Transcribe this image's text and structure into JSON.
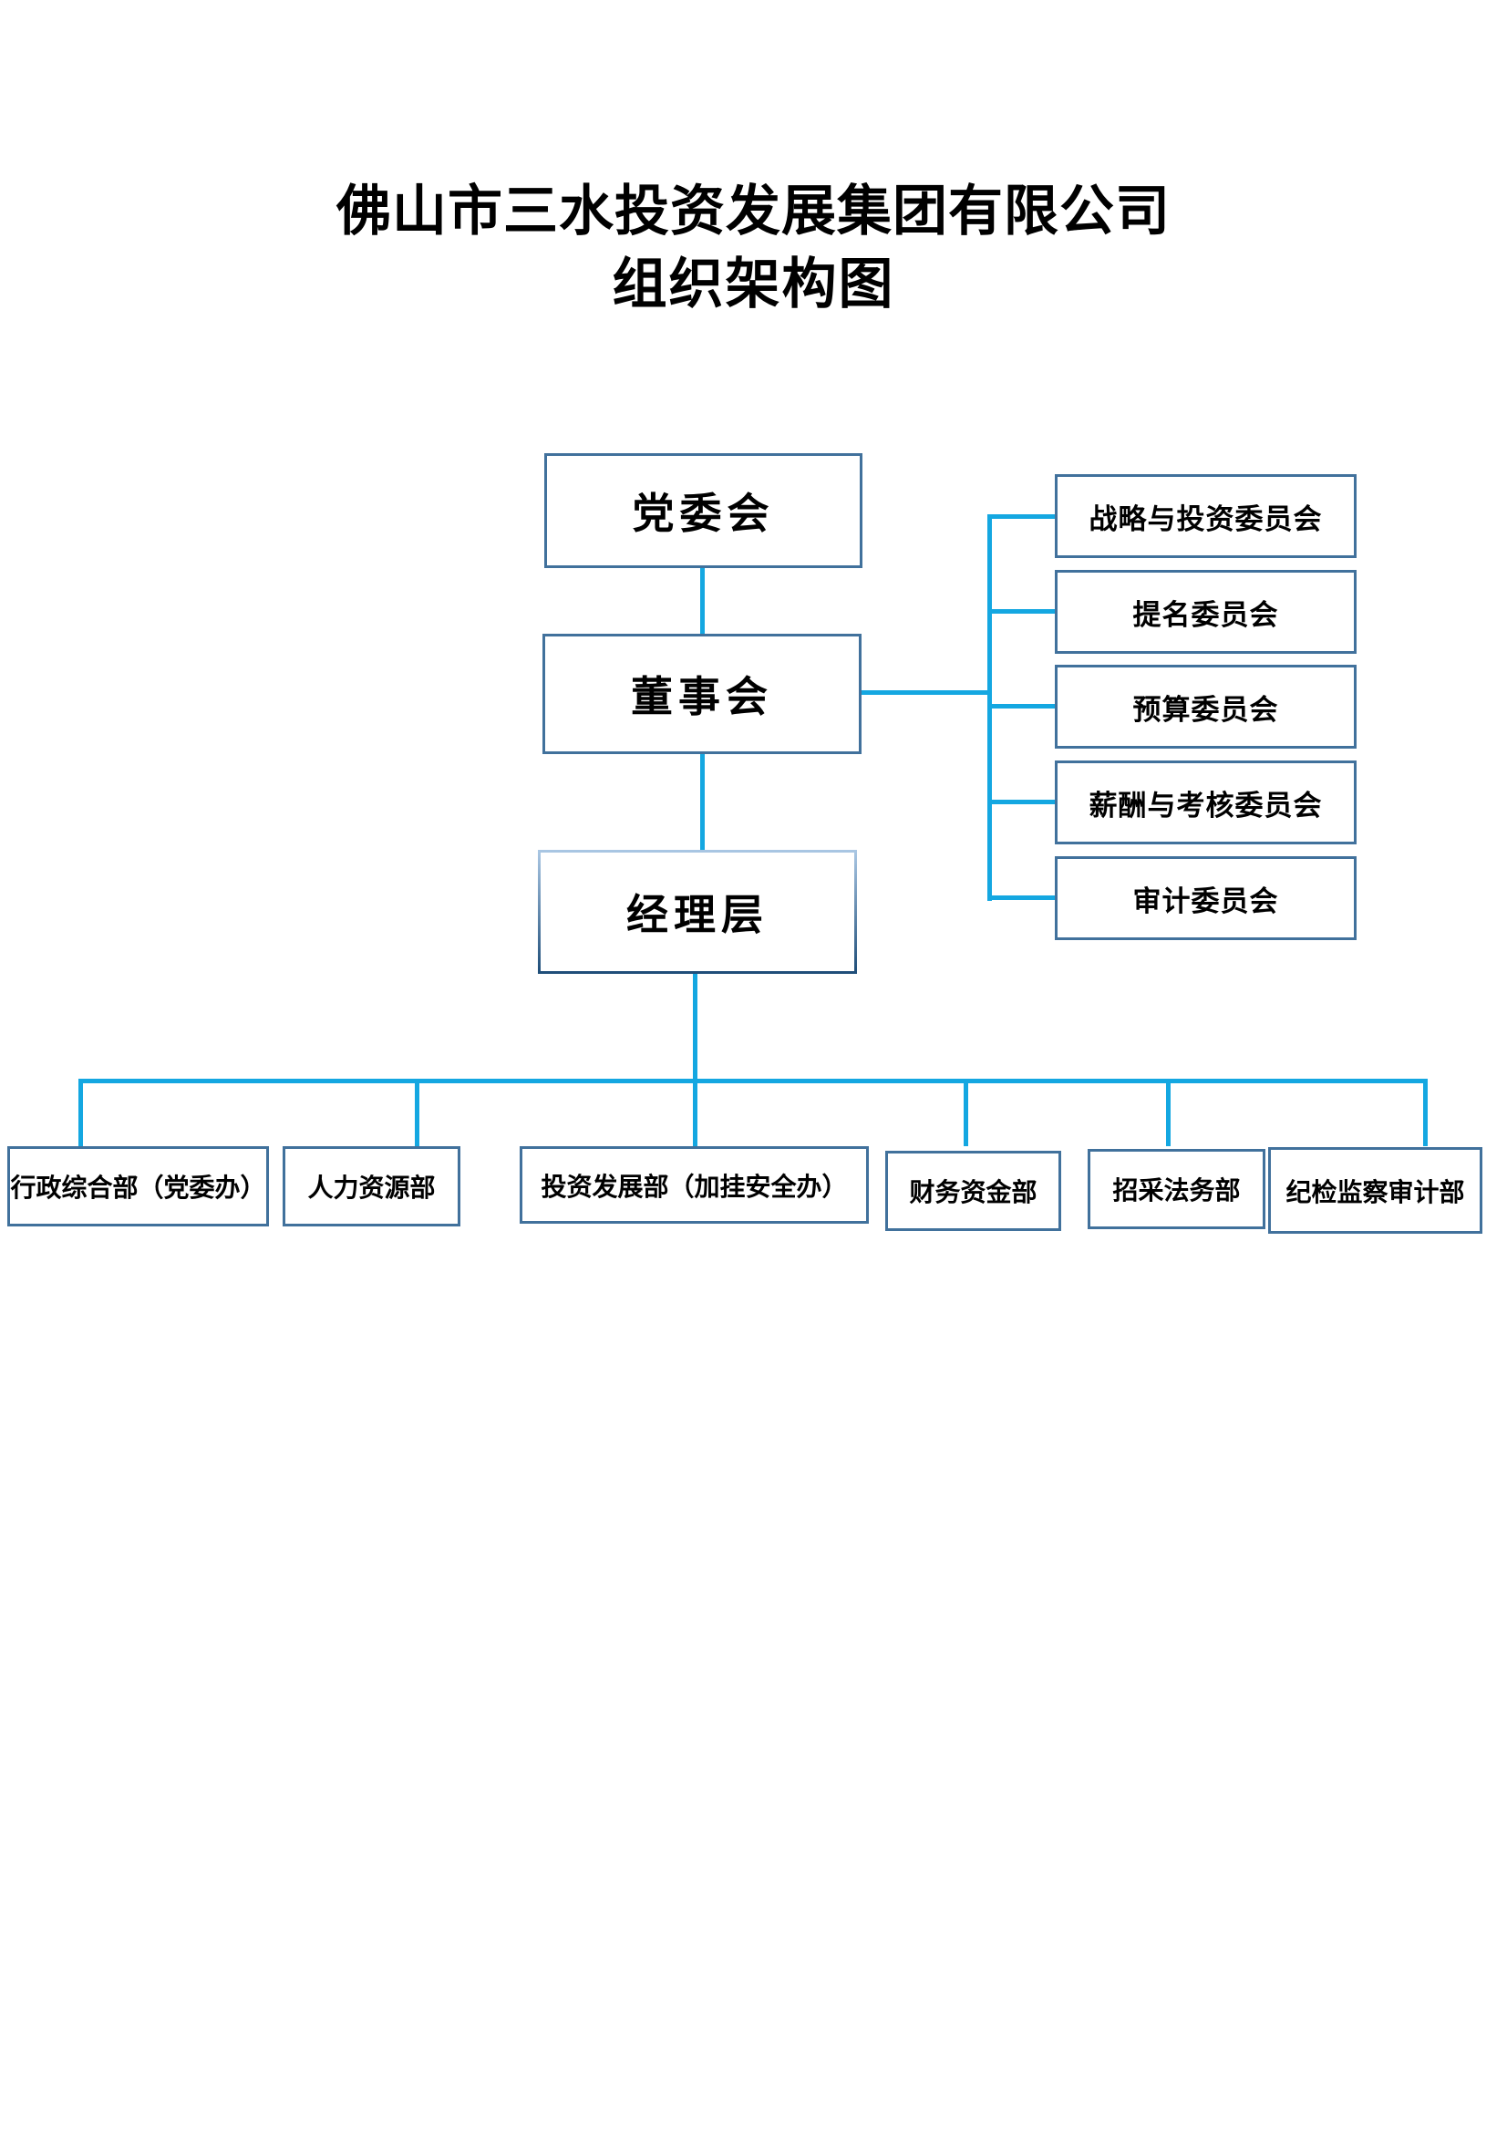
{
  "document": {
    "title_line1": "佛山市三水投资发展集团有限公司",
    "title_line2": "组织架构图"
  },
  "nodes": {
    "party_committee": {
      "label": "党委会"
    },
    "board": {
      "label": "董事会"
    },
    "management": {
      "label": "经理层"
    }
  },
  "committees": [
    {
      "label": "战略与投资委员会"
    },
    {
      "label": "提名委员会"
    },
    {
      "label": "预算委员会"
    },
    {
      "label": "薪酬与考核委员会"
    },
    {
      "label": "审计委员会"
    }
  ],
  "departments": [
    {
      "label": "行政综合部（党委办）"
    },
    {
      "label": "人力资源部"
    },
    {
      "label": "投资发展部（加挂安全办）"
    },
    {
      "label": "财务资金部"
    },
    {
      "label": "招采法务部"
    },
    {
      "label": "纪检监察审计部"
    }
  ],
  "colors": {
    "box_border": "#41719C",
    "connector": "#14A7E1",
    "text": "#000000",
    "page_background": "#FFFFFF"
  }
}
